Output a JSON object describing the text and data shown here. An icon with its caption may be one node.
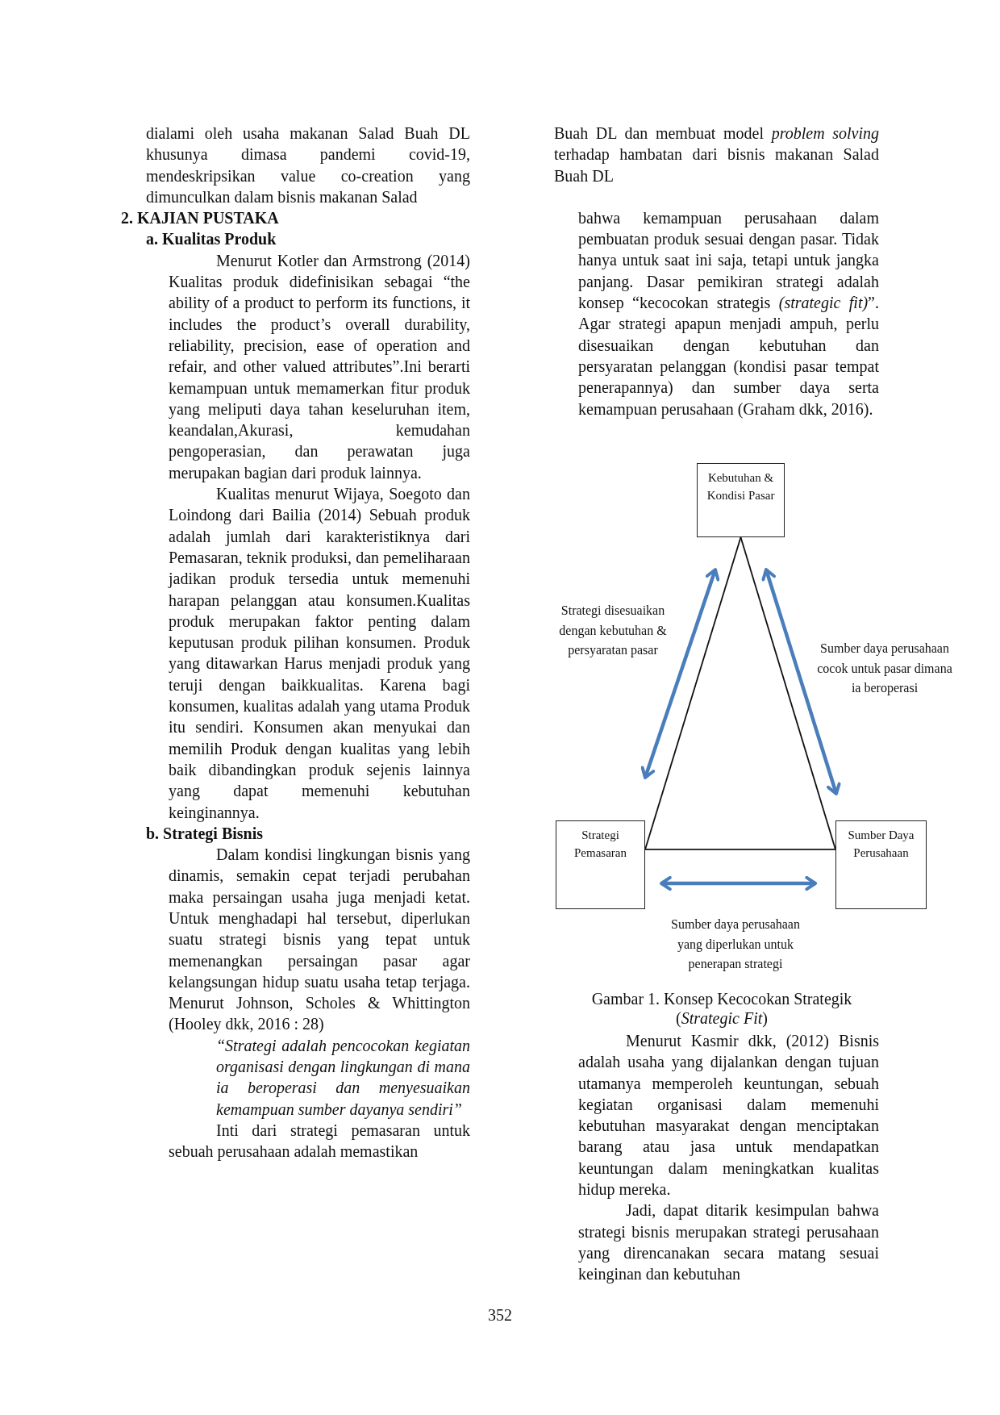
{
  "diagram": {
    "caption": "Gambar 1. Konsep Kecocokan Strategik (*Strategic Fit*)",
    "nodes": [
      {
        "text": [
          "Kebutuhan & Kondisi Pasar"
        ]
      },
      {
        "text": [
          "Strategi Pemasaran"
        ]
      },
      {
        "text": [
          "Sumber Daya Perusahaan"
        ]
      }
    ],
    "edges": [
      {
        "from": 0,
        "to": 1,
        "arrow": "none"
      },
      {
        "from": 0,
        "to": 2,
        "arrow": "none"
      },
      {
        "from": 1,
        "to": 2,
        "arrow": "none"
      },
      {
        "from": 0,
        "to": 1,
        "arrow": "both",
        "label": "Strategi disesuaikan dengan kebutuhan & persyaratan pasar",
        "style": "thick",
        "color": "#4a7ebb"
      },
      {
        "from": 0,
        "to": 2,
        "arrow": "both",
        "label": "Sumber daya perusahaan cocok untuk pasar dimana ia beroperasi",
        "style": "thick",
        "color": "#4a7ebb"
      },
      {
        "from": 1,
        "to": 2,
        "arrow": "both",
        "label": "Sumber daya perusahaan yang diperlukan untuk penerapan strategi",
        "style": "thick",
        "color": "#4a7ebb"
      }
    ],
    "labels": [
      "dialami oleh usaha makanan Salad Buah DL khusunya dimasa pandemi covid-19, mendeskripsikan value co-creation yang dimunculkan dalam bisnis makanan Salad",
      "2. KAJIAN PUSTAKA",
      "a. Kualitas Produk",
      "Menurut Kotler dan Armstrong (2014) Kualitas produk didefinisikan sebagai “the ability of a product to perform its functions, it includes the product’s overall durability, reliability, precision, ease of operation and refair, and other valued attributes”.Ini berarti kemampuan untuk memamerkan fitur produk yang meliputi daya tahan keseluruhan item, keandalan,Akurasi, kemudahan pengoperasian, dan perawatan juga merupakan bagian dari produk lainnya.",
      "Kualitas menurut Wijaya, Soegoto dan Loindong dari Bailia (2014) Sebuah produk adalah jumlah dari karakteristiknya dari Pemasaran, teknik produksi, dan pemeliharaan jadikan produk tersedia untuk memenuhi harapan pelanggan atau konsumen.Kualitas produk merupakan faktor penting dalam keputusan produk pilihan konsumen. Produk yang ditawarkan Harus menjadi produk yang teruji dengan baikkualitas. Karena bagi konsumen, kualitas adalah yang utama Produk itu sendiri. Konsumen akan menyukai dan memilih Produk dengan kualitas yang lebih baik dibandingkan produk sejenis lainnya yang dapat memenuhi kebutuhan keinginannya.",
      "b. Strategi Bisnis",
      "Dalam kondisi lingkungan bisnis yang dinamis, semakin cepat terjadi perubahan maka persaingan usaha juga menjadi ketat. Untuk menghadapi hal tersebut, diperlukan suatu strategi bisnis yang tepat untuk memenangkan persaingan pasar agar kelangsungan hidup suatu usaha tetap terjaga. Menurut Johnson, Scholes & Whittington (Hooley dkk, 2016 : 28)",
      "“Strategi adalah pencocokan kegiatan organisasi dengan lingkungan di mana ia beroperasi dan menyesuaikan kemampuan sumber dayanya sendiri”",
      "Inti dari strategi pemasaran untuk sebuah perusahaan adalah memastikan",
      "Buah DL dan membuat model *problem solving* terhadap hambatan dari bisnis makanan Salad Buah DL",
      "bahwa kemampuan perusahaan dalam pembuatan produk sesuai dengan pasar. Tidak hanya untuk saat ini saja, tetapi untuk jangka panjang. Dasar pemikiran strategi adalah konsep “kecocokan strategis *(strategic fit)*”. Agar strategi apapun menjadi ampuh, perlu disesuaikan dengan kebutuhan dan persyaratan pelanggan (kondisi pasar tempat penerapannya) dan sumber daya serta kemampuan perusahaan (Graham dkk, 2016).",
      "Menurut Kasmir dkk, (2012) Bisnis adalah usaha yang dijalankan dengan tujuan utamanya memperoleh keuntungan, sebuah kegiatan organisasi dalam memenuhi kebutuhan masyarakat dengan menciptakan barang atau jasa untuk mendapatkan keuntungan dalam meningkatkan kualitas hidup mereka.",
      "Jadi, dapat ditarik kesimpulan bahwa strategi bisnis merupakan strategi perusahaan yang direncanakan secara matang sesuai keinginan dan kebutuhan",
      "352"
    ]
  }
}
